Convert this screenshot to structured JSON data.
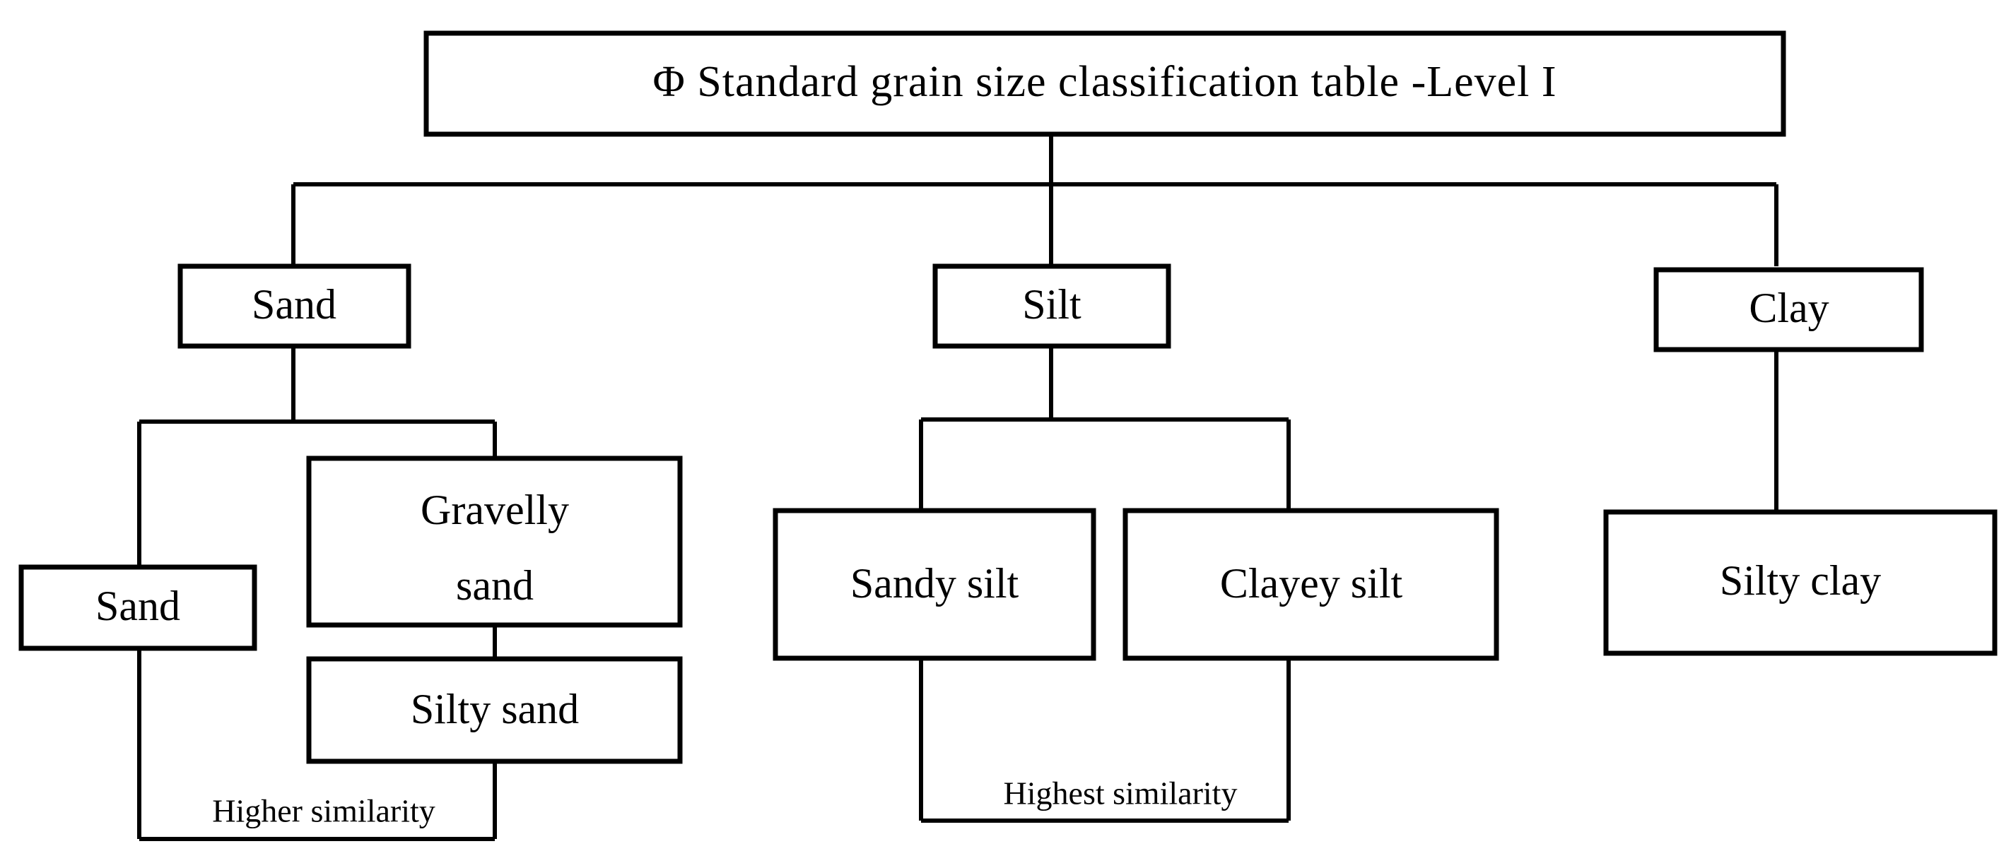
{
  "diagram": {
    "title": "Φ Standard grain size classification table -Level I",
    "root": {
      "id": "root",
      "label": "Φ Standard grain size classification table -Level I"
    },
    "level2": [
      {
        "id": "sand",
        "label": "Sand"
      },
      {
        "id": "silt",
        "label": "Silt"
      },
      {
        "id": "clay",
        "label": "Clay"
      }
    ],
    "level3": [
      {
        "id": "sand-leaf",
        "label": "Sand",
        "parent": "sand"
      },
      {
        "id": "gravelly-sand",
        "label_line1": "Gravelly",
        "label_line2": "sand",
        "parent": "sand"
      },
      {
        "id": "silty-sand",
        "label": "Silty sand",
        "parent": "gravelly-sand"
      },
      {
        "id": "sandy-silt",
        "label": "Sandy silt",
        "parent": "silt"
      },
      {
        "id": "clayey-silt",
        "label": "Clayey silt",
        "parent": "silt"
      },
      {
        "id": "silty-clay",
        "label": "Silty clay",
        "parent": "clay"
      }
    ],
    "annotations": [
      {
        "id": "higher-similarity",
        "label": "Higher similarity",
        "branch": "sand"
      },
      {
        "id": "highest-similarity",
        "label": "Highest similarity",
        "branch": "silt"
      }
    ],
    "colors": {
      "stroke": "#000000",
      "fill": "#ffffff",
      "text": "#000000",
      "background": "#ffffff"
    }
  }
}
